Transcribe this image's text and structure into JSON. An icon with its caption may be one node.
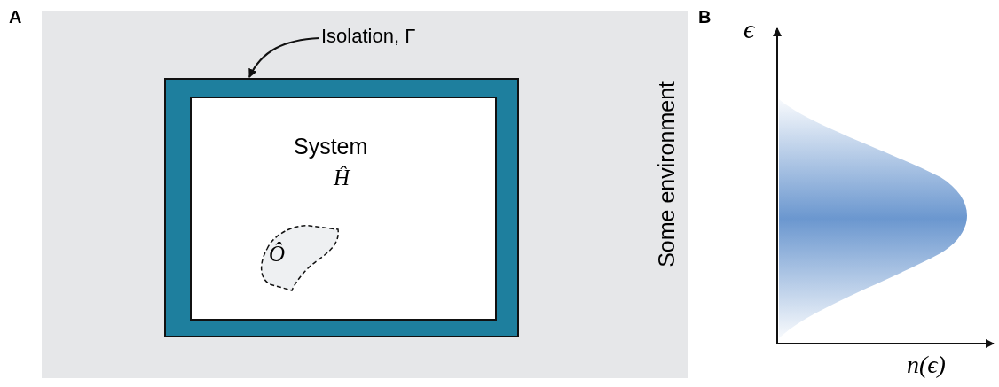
{
  "diagram": {
    "nodes": [
      {
        "text": [
          "Some environment"
        ]
      },
      {
        "text": [],
        "shape": "box",
        "in": 0
      },
      {
        "text": [
          "System",
          "Ĥ"
        ],
        "in": 1
      },
      {
        "text": [
          "Ô"
        ],
        "in": 2
      },
      {
        "text": [
          "Isolation, Γ"
        ],
        "in": 0
      }
    ],
    "edges": [
      {
        "from": 4,
        "to": 1,
        "arrow": "to"
      }
    ],
    "labels": [
      "A",
      "B",
      "ϵ",
      "n(ϵ)"
    ]
  }
}
